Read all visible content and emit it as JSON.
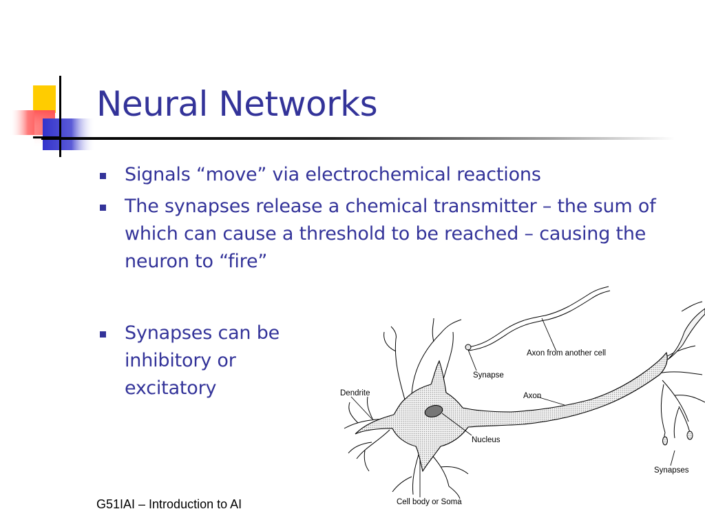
{
  "slide": {
    "title": "Neural Networks",
    "bullets": [
      "Signals “move” via electrochemical reactions",
      "The synapses release a chemical transmitter – the sum of which can cause a threshold to be reached – causing the neuron to “fire”",
      "Synapses can be inhibitory or excitatory"
    ],
    "footer": "G51IAI – Introduction to AI"
  },
  "diagram": {
    "labels": {
      "axon_other": "Axon from another cell",
      "synapse": "Synapse",
      "dendrite": "Dendrite",
      "axon": "Axon",
      "nucleus": "Nucleus",
      "synapses": "Synapses",
      "cell_body": "Cell body or Soma"
    }
  },
  "colors": {
    "title": "#333399",
    "logo_yellow": "#ffcc00",
    "logo_blue": "#3333cc",
    "logo_red": "#ff3333"
  }
}
